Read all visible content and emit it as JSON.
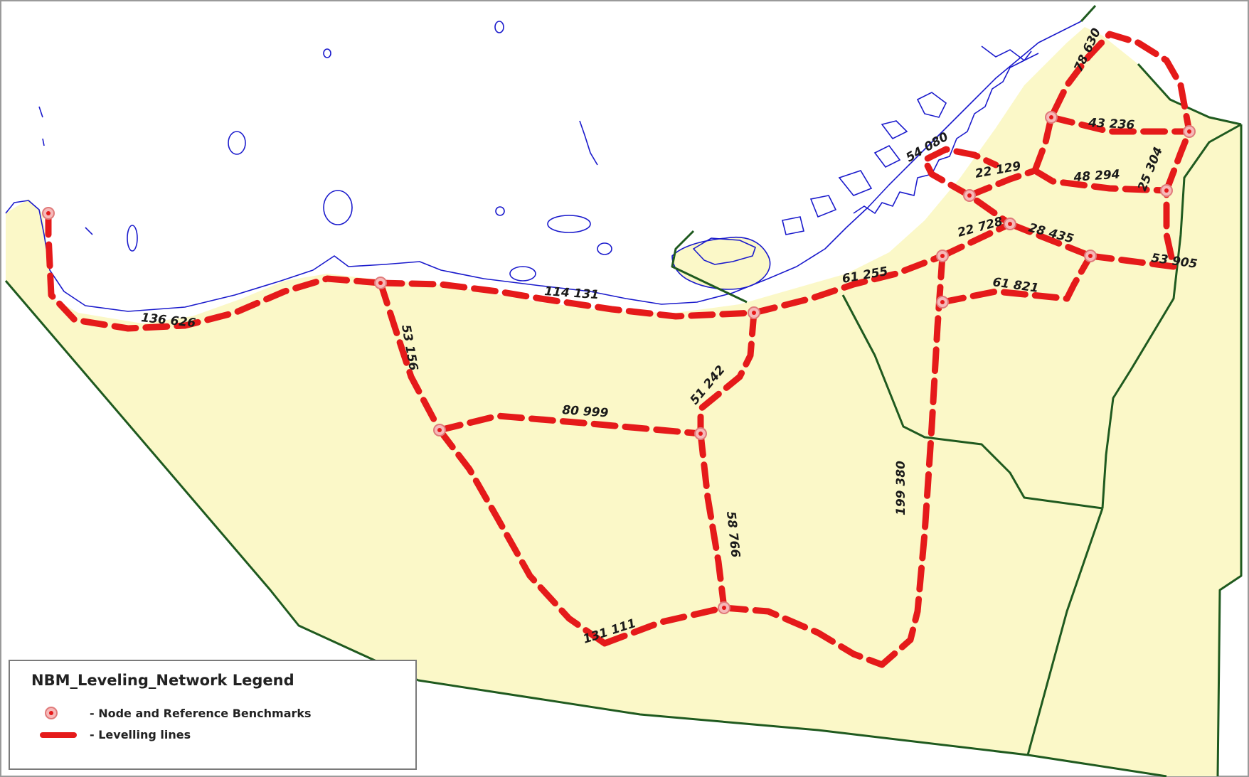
{
  "legend": {
    "title": "NBM_Leveling_Network Legend",
    "node_label": "- Node and Reference Benchmarks",
    "line_label": "- Levelling lines"
  },
  "line_labels": {
    "l136626": "136 626",
    "l114131": "114 131",
    "l61255": "61 255",
    "l53156": "53 156",
    "l80999": "80 999",
    "l51242": "51 242",
    "l58766": "58 766",
    "l131111": "131 111",
    "l199380": "199 380",
    "l54080": "54 080",
    "l22129": "22 129",
    "l22728": "22 728",
    "l28435": "28 435",
    "l61821": "61 821",
    "l53905": "53 905",
    "l48294": "48 294",
    "l25304": "25 304",
    "l43236": "43 236",
    "l78630": "78 630"
  },
  "colors": {
    "land": "#fbf8c8",
    "boundary": "#1f5a1f",
    "coastline": "#1a1acc",
    "levelling_line": "#e51a1a",
    "node": "#f6b9b9"
  },
  "icons": {
    "node_symbol": "benchmark-node-icon",
    "line_symbol": "levelling-line-icon"
  }
}
